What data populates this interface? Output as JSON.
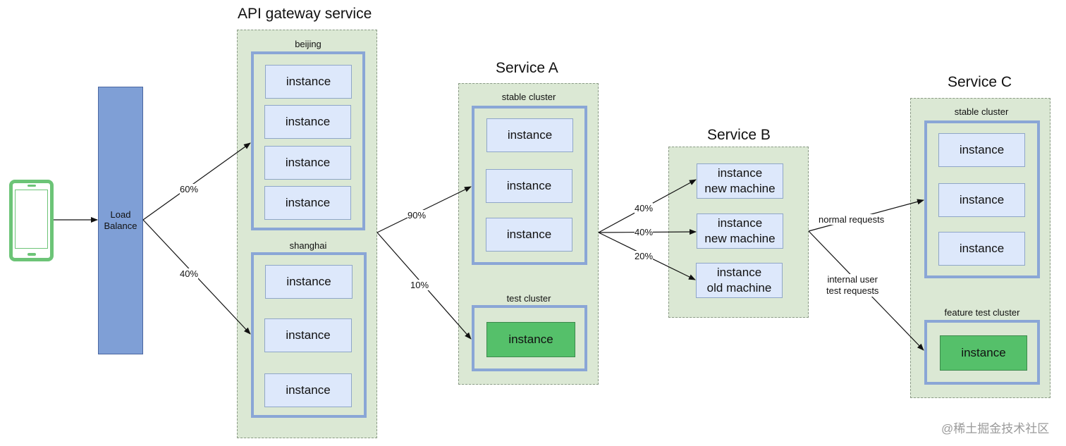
{
  "gateway": {
    "title": "API gateway service",
    "beijing": {
      "label": "beijing",
      "instances": [
        "instance",
        "instance",
        "instance",
        "instance"
      ]
    },
    "shanghai": {
      "label": "shanghai",
      "instances": [
        "instance",
        "instance",
        "instance"
      ]
    }
  },
  "load_balancer": {
    "line1": "Load",
    "line2": "Balance"
  },
  "service_a": {
    "title": "Service A",
    "stable": {
      "label": "stable cluster",
      "instances": [
        "instance",
        "instance",
        "instance"
      ]
    },
    "test": {
      "label": "test cluster",
      "instances": [
        "instance"
      ]
    }
  },
  "service_b": {
    "title": "Service B",
    "instances": [
      {
        "line1": "instance",
        "line2": "new machine"
      },
      {
        "line1": "instance",
        "line2": "new machine"
      },
      {
        "line1": "instance",
        "line2": "old machine"
      }
    ]
  },
  "service_c": {
    "title": "Service C",
    "stable": {
      "label": "stable cluster",
      "instances": [
        "instance",
        "instance",
        "instance"
      ]
    },
    "feature": {
      "label": "feature test cluster",
      "instances": [
        "instance"
      ]
    }
  },
  "edges": {
    "lb_to_beijing": "60%",
    "lb_to_shanghai": "40%",
    "gw_to_stable": "90%",
    "gw_to_test": "10%",
    "a_to_b1": "40%",
    "a_to_b2": "40%",
    "a_to_b3": "20%",
    "b_to_c_normal": "normal requests",
    "b_to_c_test_line1": "internal user",
    "b_to_c_test_line2": "test requests"
  },
  "watermark": "@稀土掘金技术社区",
  "colors": {
    "service_bg": "#dbe8d4",
    "cluster_border": "#8aa6d6",
    "instance_bg": "#dde8fb",
    "test_instance_bg": "#55c06a",
    "load_balancer_bg": "#7f9fd6",
    "phone": "#6cc477"
  }
}
